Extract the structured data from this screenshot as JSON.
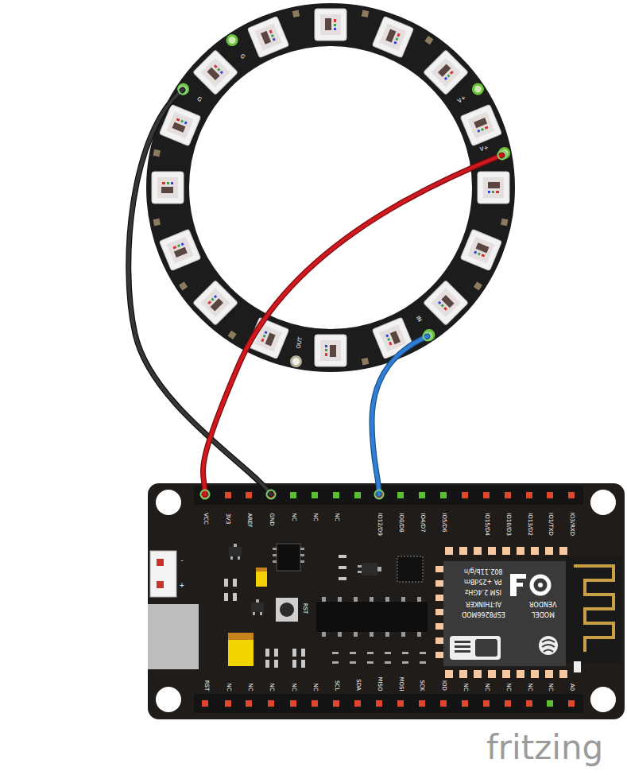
{
  "diagram": {
    "nodes": [
      {
        "text": [
          "G",
          "G",
          "V+",
          "V+",
          "IN",
          "OUT"
        ]
      },
      {
        "text": [
          "VCC",
          "3V3",
          "AREF",
          "GND",
          "NC",
          "NC",
          "NC",
          "IO12/D9",
          "IO0/D8",
          "IO4/D7",
          "IO5/D6",
          "IO15/D4",
          "IO10/D3",
          "IO13/D2",
          "IO1/TXD",
          "IO3/RXD",
          "-",
          "+",
          "RST",
          "RST",
          "NC",
          "NC",
          "NC",
          "NC",
          "NC",
          "SCL",
          "SDA",
          "MISO",
          "MOSI",
          "SCK",
          "IOD",
          "NC",
          "NC",
          "NC",
          "NC",
          "NC",
          "A0"
        ]
      },
      {
        "text": [
          "802.11b/g/n",
          "PA +25dBm",
          "ISM 2.4GHz",
          "AI-THINKER",
          "ESP8266MOD",
          "VENDOR",
          "MODEL"
        ],
        "in": 1
      }
    ],
    "edges": [
      {
        "from": 0,
        "to": 1,
        "arrow": "none"
      },
      {
        "from": 0,
        "to": 1,
        "arrow": "none"
      },
      {
        "from": 0,
        "to": 1,
        "arrow": "none"
      }
    ],
    "labels": [
      "fritzing"
    ]
  }
}
